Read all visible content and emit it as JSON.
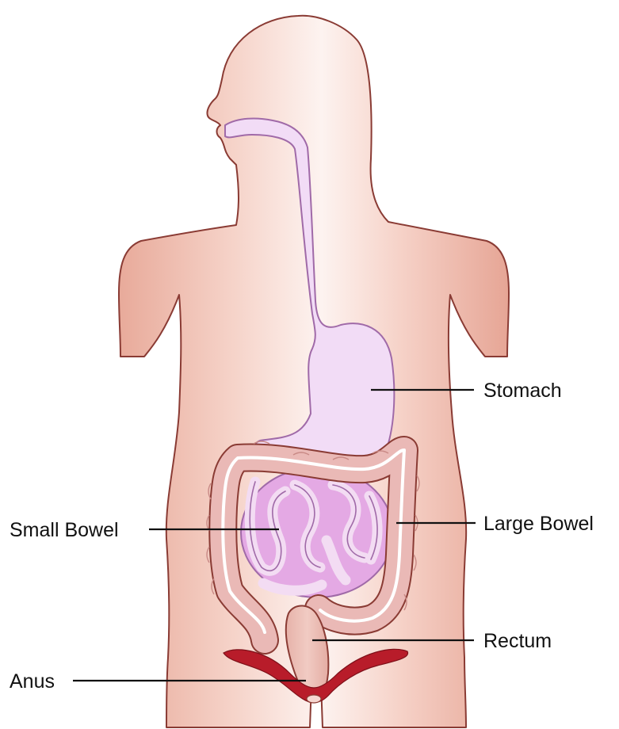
{
  "labels": {
    "stomach": "Stomach",
    "large_bowel": "Large Bowel",
    "small_bowel": "Small Bowel",
    "rectum": "Rectum",
    "anus": "Anus"
  },
  "colors": {
    "skin_edge": "#e8aa9a",
    "skin_center": "#fbeeea",
    "outline": "#8a3b34",
    "tract_fill": "#f2dcf6",
    "tract_outline": "#a06aa8",
    "colon_fill": "#eab9b6",
    "colon_stripe": "#ffffff",
    "small_bowel_fill": "#e4a9e4",
    "small_bowel_loops": "#f3dcf3",
    "rectum_fill": "#ebbcb3",
    "anus_muscle": "#b81c2a",
    "label_text": "#111111"
  }
}
